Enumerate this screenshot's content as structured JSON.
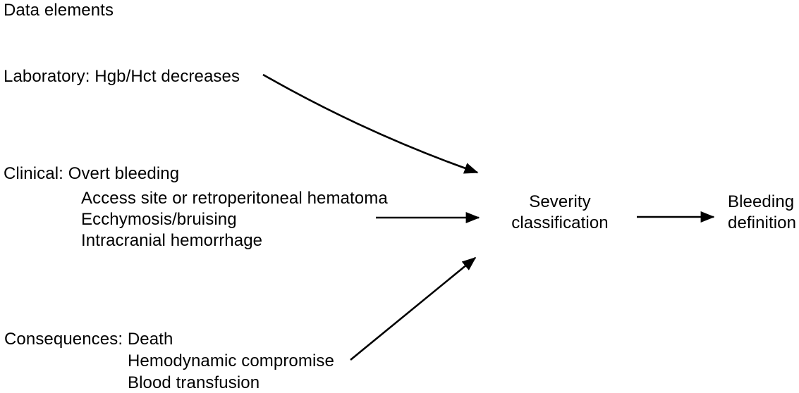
{
  "figure": {
    "background_color": "#ffffff",
    "text_color": "#000000",
    "arrow_color": "#000000"
  },
  "title": "Data elements",
  "data_elements": {
    "laboratory": {
      "label": "Laboratory: Hgb/Hct decreases"
    },
    "clinical": {
      "label": "Clinical: Overt bleeding",
      "items": [
        "Access site or retroperitoneal hematoma",
        "Ecchymosis/bruising",
        "Intracranial hemorrhage"
      ]
    },
    "consequences": {
      "label": "Consequences: Death",
      "items": [
        "Hemodynamic compromise",
        "Blood transfusion"
      ]
    }
  },
  "nodes": {
    "severity_classification": {
      "line1": "Severity",
      "line2": "classification"
    },
    "bleeding_definition": {
      "line1": "Bleeding",
      "line2": "definition"
    }
  },
  "arrows": [
    {
      "from": "Laboratory: Hgb/Hct decreases",
      "to": "Severity classification"
    },
    {
      "from": "Clinical: Overt bleeding",
      "to": "Severity classification"
    },
    {
      "from": "Consequences",
      "to": "Severity classification"
    },
    {
      "from": "Severity classification",
      "to": "Bleeding definition"
    }
  ]
}
